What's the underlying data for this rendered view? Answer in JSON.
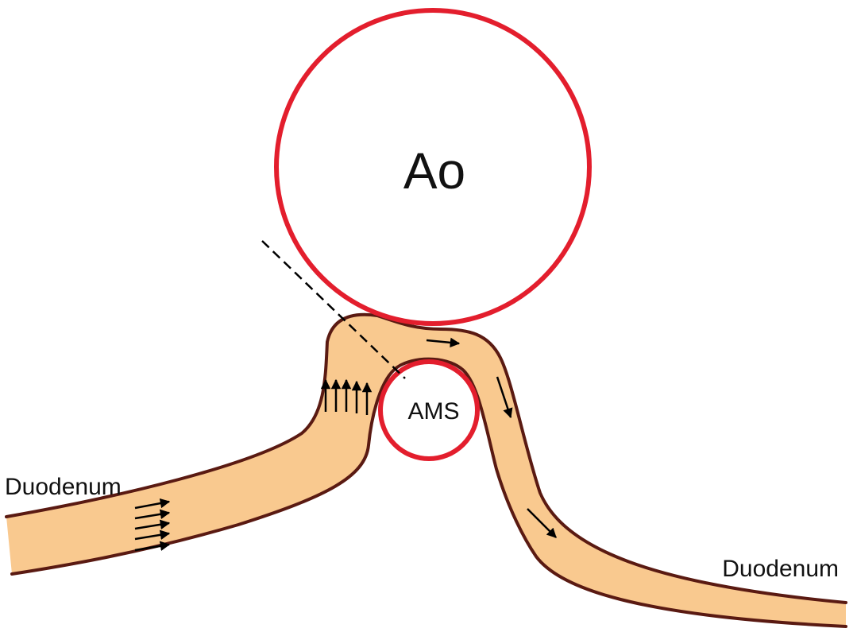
{
  "labels": {
    "aorta": "Ao",
    "sma": "AMS",
    "duodenum_left": "Duodenum",
    "duodenum_right": "Duodenum"
  },
  "colors": {
    "vessel": "#e31e2d",
    "duodenum_fill": "#f9c98f",
    "duodenum_wall": "#5a1a12",
    "arrow": "#000000",
    "dashed_line": "#000000"
  }
}
